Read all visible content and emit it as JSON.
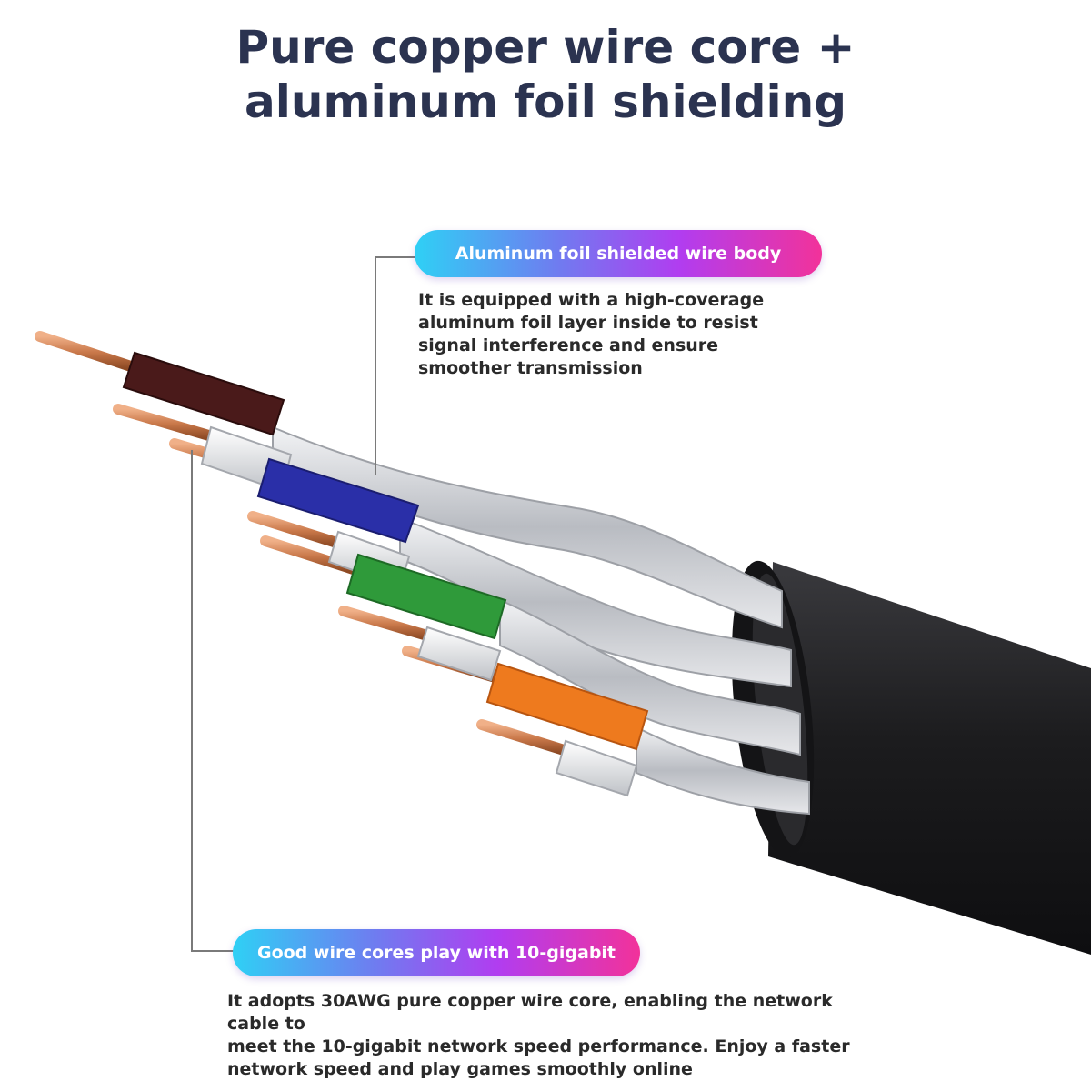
{
  "title": {
    "line1": "Pure copper wire core +",
    "line2": "aluminum foil shielding"
  },
  "callouts": [
    {
      "label": "Aluminum foil shielded wire body",
      "lines": [
        "It is equipped with a high-coverage",
        "aluminum foil layer inside to resist",
        "signal interference and ensure",
        "smoother transmission"
      ]
    },
    {
      "label": "Good wire cores play with 10-gigabit",
      "lines": [
        "It adopts 30AWG pure copper wire core, enabling the network cable to",
        "meet the 10-gigabit network speed performance. Enjoy a faster",
        "network speed and play games smoothly online"
      ]
    }
  ],
  "colors": {
    "title": "#2b3350",
    "pill_gradient": [
      "#2fd0f5",
      "#6f7cf0",
      "#b13df0",
      "#f2329a"
    ],
    "jacket": "#1c1c1e",
    "foil": "#c9cbcf",
    "copper": "#c9784a",
    "wire_brown": "#4a1a1a",
    "wire_blue": "#2a2fa8",
    "wire_green": "#2f9a3a",
    "wire_orange": "#ee7a1e"
  }
}
